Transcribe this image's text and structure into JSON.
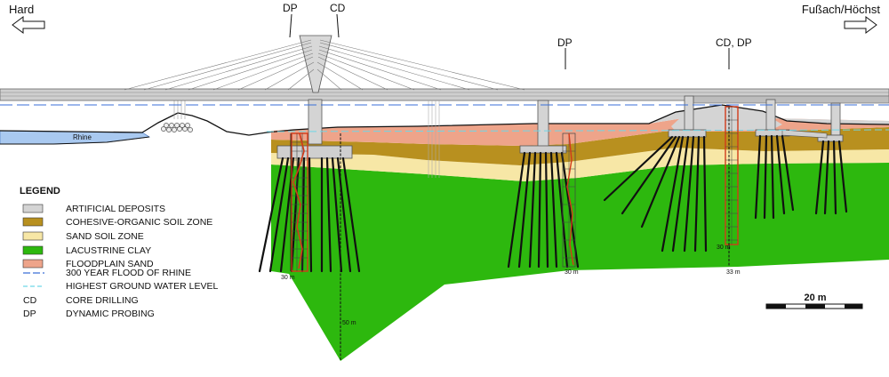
{
  "directions": {
    "left": "Hard",
    "right": "Fußach/Höchst"
  },
  "river_label": "Rhine",
  "probe_labels": [
    "DP",
    "CD",
    "DP",
    "CD, DP"
  ],
  "depth_labels": [
    "30 m",
    "50 m",
    "30 m",
    "33 m",
    "30 m"
  ],
  "scale_bar": {
    "label": "20 m"
  },
  "legend": {
    "title": "LEGEND",
    "items": [
      {
        "key": "artificial",
        "label": "ARTIFICIAL DEPOSITS",
        "color": "#d4d4d4"
      },
      {
        "key": "cohesive",
        "label": "COHESIVE-ORGANIC SOIL ZONE",
        "color": "#b8901f"
      },
      {
        "key": "sand",
        "label": "SAND SOIL ZONE",
        "color": "#f7e7a6"
      },
      {
        "key": "clay",
        "label": "LACUSTRINE CLAY",
        "color": "#2db80e"
      },
      {
        "key": "floodplain",
        "label": "FLOODPLAIN SAND",
        "color": "#eea48a"
      },
      {
        "key": "flood",
        "label": "300 YEAR FLOOD OF RHINE",
        "color": "#3a6fd8"
      },
      {
        "key": "groundwater",
        "label": "HIGHEST GROUND WATER LEVEL",
        "color": "#6fd6e6"
      },
      {
        "key": "cd",
        "abbr": "CD",
        "label": "CORE DRILLING"
      },
      {
        "key": "dp",
        "abbr": "DP",
        "label": "DYNAMIC PROBING"
      }
    ]
  }
}
